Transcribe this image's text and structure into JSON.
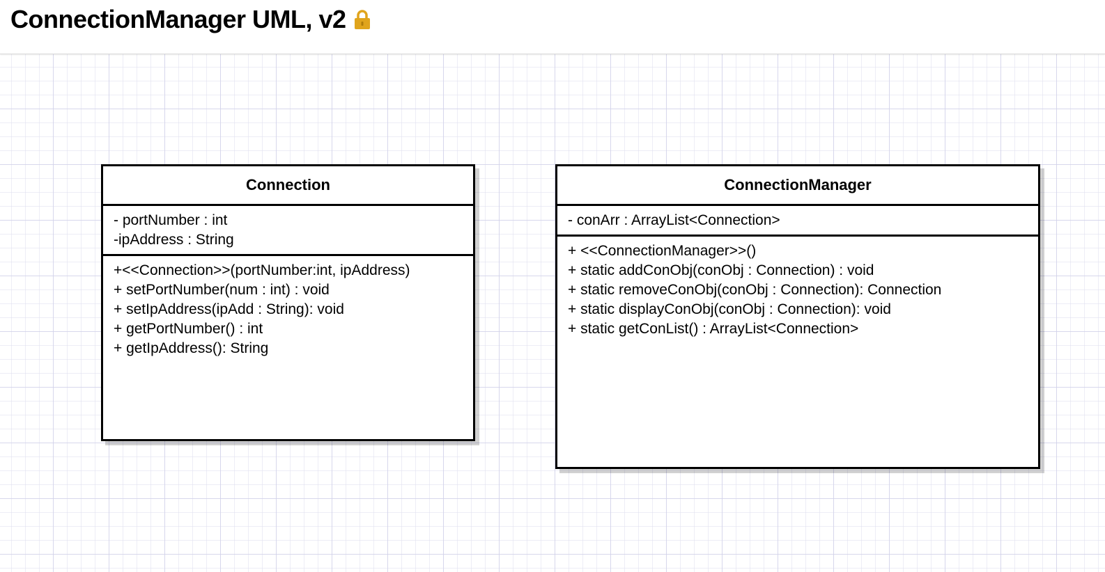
{
  "header": {
    "title": "ConnectionManager UML, v2",
    "lock_icon": "lock-icon",
    "lock_color": "#e0a41c"
  },
  "classes": [
    {
      "name": "Connection",
      "attributes": [
        "- portNumber : int",
        "-ipAddress : String"
      ],
      "methods": [
        "+<<Connection>>(portNumber:int, ipAddress)",
        "+ setPortNumber(num : int) : void",
        "+ setIpAddress(ipAdd : String): void",
        "+ getPortNumber() : int",
        "+ getIpAddress(): String"
      ]
    },
    {
      "name": "ConnectionManager",
      "attributes": [
        "- conArr : ArrayList<Connection>"
      ],
      "methods": [
        "+ <<ConnectionManager>>()",
        "+ static addConObj(conObj : Connection) : void",
        "+ static removeConObj(conObj : Connection): Connection",
        "+ static displayConObj(conObj : Connection): void",
        "+ static getConList() : ArrayList<Connection>"
      ]
    }
  ]
}
